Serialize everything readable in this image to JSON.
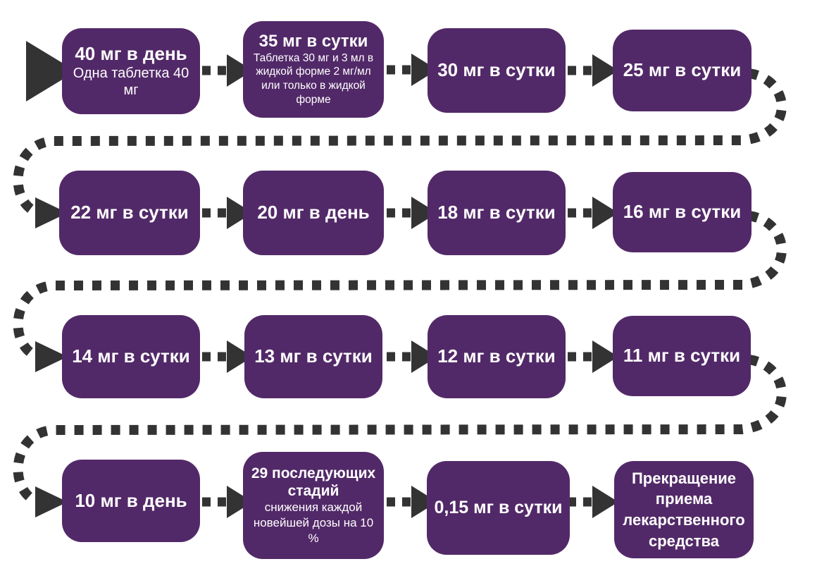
{
  "diagram": {
    "type": "serpentine-flowchart",
    "language": "ru",
    "background": "#ffffff",
    "colors": {
      "box_fill": "#522968",
      "connector": "#333333",
      "text": "#ffffff"
    },
    "boxes": [
      {
        "title": "40 мг в день",
        "subtitle": "Одна таблетка 40 мг"
      },
      {
        "title": "35 мг в сутки",
        "subtitle": "Таблетка 30 мг и 3 мл в жидкой форме 2 мг/мл или только в жидкой форме"
      },
      {
        "title": "30 мг в сутки"
      },
      {
        "title": "25 мг в сутки"
      },
      {
        "title": "22 мг в сутки"
      },
      {
        "title": "20 мг в день"
      },
      {
        "title": "18 мг в сутки"
      },
      {
        "title": "16 мг в сутки"
      },
      {
        "title": "14 мг в сутки"
      },
      {
        "title": "13 мг в сутки"
      },
      {
        "title": "12 мг в сутки"
      },
      {
        "title": "11 мг в сутки"
      },
      {
        "title": "10 мг в день"
      },
      {
        "title": "29 последующих стадий",
        "subtitle": "снижения каждой новейшей дозы на 10 %"
      },
      {
        "title": "0,15 мг в сутки"
      },
      {
        "title": "Прекращение приема лекарственного средства"
      }
    ]
  }
}
